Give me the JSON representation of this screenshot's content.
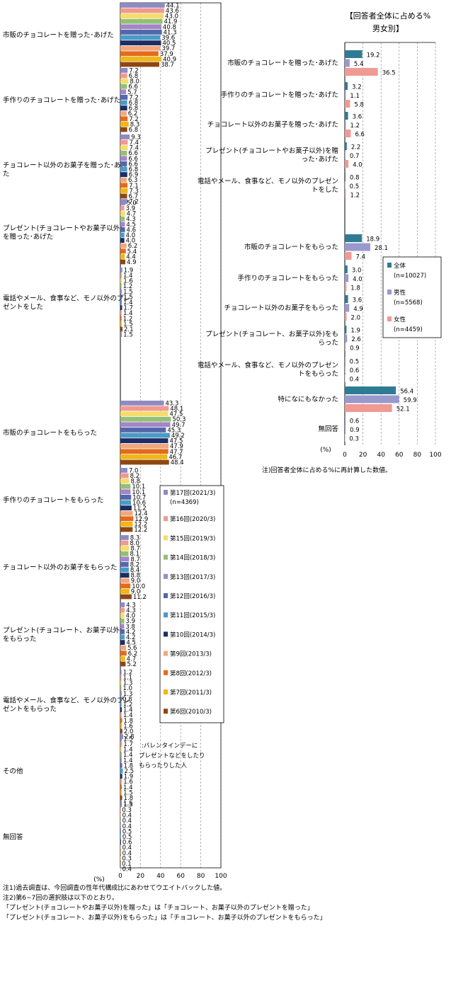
{
  "left_series_colors": [
    "#8e8bc2",
    "#ef9a92",
    "#f6dc6b",
    "#93bf76",
    "#a386c6",
    "#5467aa",
    "#4c9ac6",
    "#1d2d66",
    "#f1a880",
    "#e46b1c",
    "#f0b717",
    "#8f4712"
  ],
  "right_series_colors": [
    "#2f7b94",
    "#9999cc",
    "#ef9a92"
  ],
  "chart_data": [
    {
      "type": "bar",
      "orientation": "horizontal",
      "xlim": [
        0,
        100
      ],
      "xticks": [
        "0",
        "20",
        "40",
        "60",
        "80",
        "100"
      ],
      "xlabel": "(%)",
      "legend": {
        "position": "right",
        "entries": [
          "第17回(2021/3)",
          "第16回(2020/3)",
          "第15回(2019/3)",
          "第14回(2018/3)",
          "第13回(2017/3)",
          "第12回(2016/3)",
          "第11回(2015/3)",
          "第10回(2014/3)",
          "第9回(2013/3)",
          "第8回(2012/3)",
          "第7回(2011/3)",
          "第6回(2010/3)"
        ],
        "n_note": "(n=4369)"
      },
      "annotation": ":バレンタインデーに\nプレゼントなどをしたり\nもらったりした人",
      "categories": [
        "市販のチョコレートを贈った･あげた",
        "手作りのチョコレートを贈った･あげた",
        "チョコレート以外のお菓子を贈った･あげた",
        "プレゼント(チョコレートやお菓子以外)を贈った･あげた",
        "電話やメール、食事など、モノ以外のプレゼントをした",
        "",
        "市販のチョコレートをもらった",
        "手作りのチョコレートをもらった",
        "チョコレート以外のお菓子をもらった",
        "プレゼント(チョコレート、お菓子以外)をもらった",
        "電話やメール、食事など、モノ以外のプレゼントをもらった",
        "その他",
        "無回答"
      ],
      "values": [
        [
          44.1,
          43.6,
          43.0,
          41.9,
          40.8,
          41.3,
          39.6,
          40.5,
          39.7,
          37.9,
          40.9,
          38.7
        ],
        [
          7.2,
          6.8,
          8.0,
          6.6,
          5.7,
          7.2,
          6.8,
          6.8,
          6.2,
          7.2,
          8.3,
          6.8
        ],
        [
          9.3,
          7.4,
          7.4,
          6.6,
          6.6,
          6.6,
          6.8,
          6.9,
          6.3,
          7.1,
          7.3,
          6.7,
          7.2
        ],
        [
          5.0,
          3.9,
          4.7,
          4.3,
          4.5,
          4.6,
          4.0,
          4.0,
          6.2,
          5.4,
          4.4,
          4.9
        ],
        [
          1.9,
          1.4,
          1.6,
          1.2,
          1.5,
          1.5,
          1.4,
          1.7,
          1.4,
          1.2,
          1.5,
          2.1,
          1.5
        ],
        [],
        [
          43.3,
          48.1,
          47.5,
          50.3,
          49.7,
          45.3,
          49.2,
          47.5,
          47.9,
          47.7,
          46.7,
          48.4
        ],
        [
          7.0,
          8.2,
          8.8,
          10.1,
          10.1,
          10.7,
          10.6,
          11.2,
          12.4,
          12.9,
          12.2,
          12.2
        ],
        [
          8.3,
          8.0,
          8.7,
          8.1,
          8.7,
          8.2,
          8.4,
          8.8,
          9.0,
          10.0,
          9.0,
          11.2
        ],
        [
          4.3,
          4.3,
          4.0,
          3.9,
          3.8,
          4.2,
          4.2,
          4.5,
          5.6,
          6.2,
          4.7,
          5.2
        ],
        [
          1.2,
          1.1,
          1.3,
          1.0,
          1.3,
          0.8,
          1.2,
          1.4,
          1.4,
          1.8,
          1.6,
          2.0,
          2.8
        ],
        [
          1.5,
          1.7,
          1.4,
          1.4,
          1.4,
          1.8,
          2.5,
          1.9,
          1.6,
          1.4,
          1.5,
          1.8,
          1.5
        ],
        [
          1.5,
          0.3,
          0.4,
          0.4,
          0.4,
          0.5,
          0.5,
          0.6,
          0.4,
          0.4,
          0.3,
          0.1,
          0.4
        ]
      ]
    },
    {
      "type": "bar",
      "orientation": "horizontal",
      "title": "【回答者全体に占める%\n男女別】",
      "xlim": [
        0,
        100
      ],
      "xticks": [
        "0",
        "20",
        "40",
        "60",
        "80",
        "100"
      ],
      "xlabel": "(%)",
      "legend": {
        "position": "right",
        "entries": [
          "全体\n(n=10027)",
          "男性\n(n=5568)",
          "女性\n(n=4459)"
        ]
      },
      "note": "注)回答者全体に占める%に再計算した数値。",
      "categories": [
        "市販のチョコレートを贈った･あげた",
        "手作りのチョコレートを贈った･あげた",
        "チョコレート以外のお菓子を贈った･あげた",
        "プレゼント(チョコレートやお菓子以外)を贈った･あげた",
        "電話やメール、食事など、モノ以外のプレゼントをした",
        "",
        "市販のチョコレートをもらった",
        "手作りのチョコレートをもらった",
        "チョコレート以外のお菓子をもらった",
        "プレゼント(チョコレート、お菓子以外)をもらった",
        "電話やメール、食事など、モノ以外のプレゼントをもらった",
        "特になにもなかった",
        "無回答"
      ],
      "values": [
        [
          19.2,
          5.4,
          36.5
        ],
        [
          3.2,
          1.1,
          5.8
        ],
        [
          3.6,
          1.2,
          6.6
        ],
        [
          2.2,
          0.7,
          4.0
        ],
        [
          0.8,
          0.5,
          1.2
        ],
        [],
        [
          18.9,
          28.1,
          7.4
        ],
        [
          3.0,
          4.0,
          1.8
        ],
        [
          3.6,
          4.9,
          2.0
        ],
        [
          1.9,
          2.6,
          0.9
        ],
        [
          0.5,
          0.6,
          0.4
        ],
        [
          56.4,
          59.9,
          52.1
        ],
        [
          0.6,
          0.9,
          0.3
        ]
      ]
    }
  ],
  "footnotes": [
    "注1)過去調査は、今回調査の性年代構成比にあわせてウエイトバックした値。",
    "注2)第6~7回の選択肢は以下のとおり。",
    "「プレゼント(チョコレートやお菓子以外)を贈った」は「チョコレート、お菓子以外のプレゼントを贈った」",
    "「プレゼント(チョコレート、お菓子以外)をもらった」は「チョコレート、お菓子以外のプレゼントをもらった」"
  ]
}
